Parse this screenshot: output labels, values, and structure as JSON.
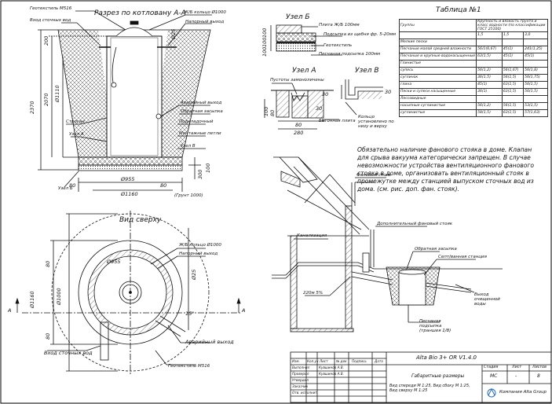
{
  "views": {
    "section_title": "Разрез по котловану А-А",
    "top_title": "Вид сверху",
    "node_b": "Узел Б",
    "node_a": "Узел А",
    "node_v": "Узел В",
    "table_title": "Таблица №1"
  },
  "section_labels": {
    "geotextile": "Геотекстиль М516",
    "inlet": "Вход сточных вод",
    "ring": "Ж/Б кольцо Ø1000",
    "pressure_outlet": "Напорный выход",
    "emergency_outlet": "Аварийный выход",
    "drain_layer": "Обратная засыпка",
    "sling": "Подкладочный",
    "soil_fill": "Монтажные петли",
    "node_v_ref": "Узел В",
    "node_a_ref": "Узел А",
    "node_b_ref": "Узел Б",
    "sand": "Строган"
  },
  "section_dims": {
    "d2370": "2370",
    "d2070": "2070",
    "d200": "200",
    "d1110": "Ø1110",
    "d25": "Ø25",
    "d80a": "80",
    "d80b": "80",
    "d955": "Ø955",
    "d1160": "Ø1160",
    "d300": "300",
    "d100": "100",
    "ground": "(Грунт 1000)"
  },
  "node_b_labels": {
    "l1": "Плита Ж/Б 100мм",
    "l2": "Подсыпка из щебня фр. 5-20мм",
    "l3": "Геотекстиль",
    "l4": "Песчаная подсыпка 100мм",
    "dims": [
      "100",
      "100",
      "100"
    ]
  },
  "node_a_labels": {
    "l1": "Пустоты замоноличены",
    "l2": "Бетонная плита",
    "d30": "30",
    "d80": "80",
    "d30b": "30",
    "d280": "280",
    "dims": [
      "100",
      "80"
    ]
  },
  "node_v_labels": {
    "l1": "Кольцо установлено по низу и верху",
    "d30": "30"
  },
  "top_labels": {
    "d80a": "80",
    "d80b": "80",
    "d1160": "Ø1160",
    "d1000": "Ø1000",
    "d955": "Ø955",
    "d25": "Ø25",
    "d15": "15°",
    "ring": "Ж/Б кольцо Ø1000",
    "pressure": "Напорный выход",
    "emergency": "Аварийный выход",
    "inlet": "Вход сточных вод",
    "geotextile": "Геотекстиль М516",
    "a": "А"
  },
  "table": {
    "header_col1": "Группы",
    "header_col2": "Крупность и вязкость грунта и класс водности (по классификации ГОСТ 25100)",
    "sub": [
      "1,5",
      "1,5",
      "3,0"
    ],
    "rows": [
      [
        "Мелкие пески",
        "",
        "",
        ""
      ],
      [
        "Песчаные малой средней влажности",
        "56/1(6,67)",
        "45(1)",
        "241(1,25)"
      ],
      [
        "Песчаные и крупные водонасыщенные",
        "63(1,5)",
        "45(1)",
        "45(1)"
      ],
      [
        "Глинистые",
        "",
        "",
        ""
      ],
      [
        "супесь",
        "56(1,2)",
        "56(1,67)",
        "56(1,8)"
      ],
      [
        "суглинок",
        "36(1,5)",
        "56(1,5)",
        "56(1,75)"
      ],
      [
        "глина",
        "45(1)",
        "63(1,5)",
        "56(1,5)"
      ],
      [
        "Пески и супеси насыщенные",
        "36(1)",
        "63(1,5)",
        "56(1,5)"
      ],
      [
        "Лессовидные",
        "",
        "",
        ""
      ],
      [
        "насыпные суглинистые",
        "56(1,2)",
        "56(1,5)",
        "53(1,5)"
      ],
      [
        "суглинистые",
        "58(1,5)",
        "63(1,5)",
        "57(1,63)"
      ]
    ]
  },
  "note_text": "Обязательно наличие фанового стояка в доме. Клапан для срыва вакуума категорически запрещен. В случае невозможности устройства вентиляционного фанового стояка в доме, организовать вентиляционный стояк в промежутке между станцией выпуском сточных вод из дома. (см. рис. доп. фан. стояк).",
  "scheme_labels": {
    "fan_riser": "Фановый стояк",
    "extra_riser": "Дополнительный фановый стояк",
    "sewer": "Канализация",
    "backfill": "Обратная засыпка",
    "station": "Септ/ванная станция",
    "depth": "220м 5%",
    "outlet": "Выход очищенной воды",
    "sand_pad": "Песчаная подсыпка (траншея 1/8)"
  },
  "title_block": {
    "project": "Alta Bio 3+ OR V1.4.0",
    "doc_name": "Габаритные размеры",
    "doc_desc": "Вид спереди М 1:25, Вид сбоку М 1:25, Вид сверху М 1:25",
    "stage_label": "Стадия",
    "sheet_label": "Лист",
    "sheets_label": "Листов",
    "stage_val": "МС",
    "sheet_val": "-",
    "sheets_val": "8",
    "company": "Компания Alta Group",
    "header_row": [
      "Изм.",
      "Кол.уч",
      "Лист",
      "№ док",
      "Подпись",
      "Дата"
    ],
    "roles": [
      "Выполнил",
      "Проверил",
      "Утвердил",
      "Заказчик",
      "Отв. исполнит."
    ],
    "names": [
      "Кувшинов А.В.",
      "Кувшинов А.В."
    ]
  }
}
